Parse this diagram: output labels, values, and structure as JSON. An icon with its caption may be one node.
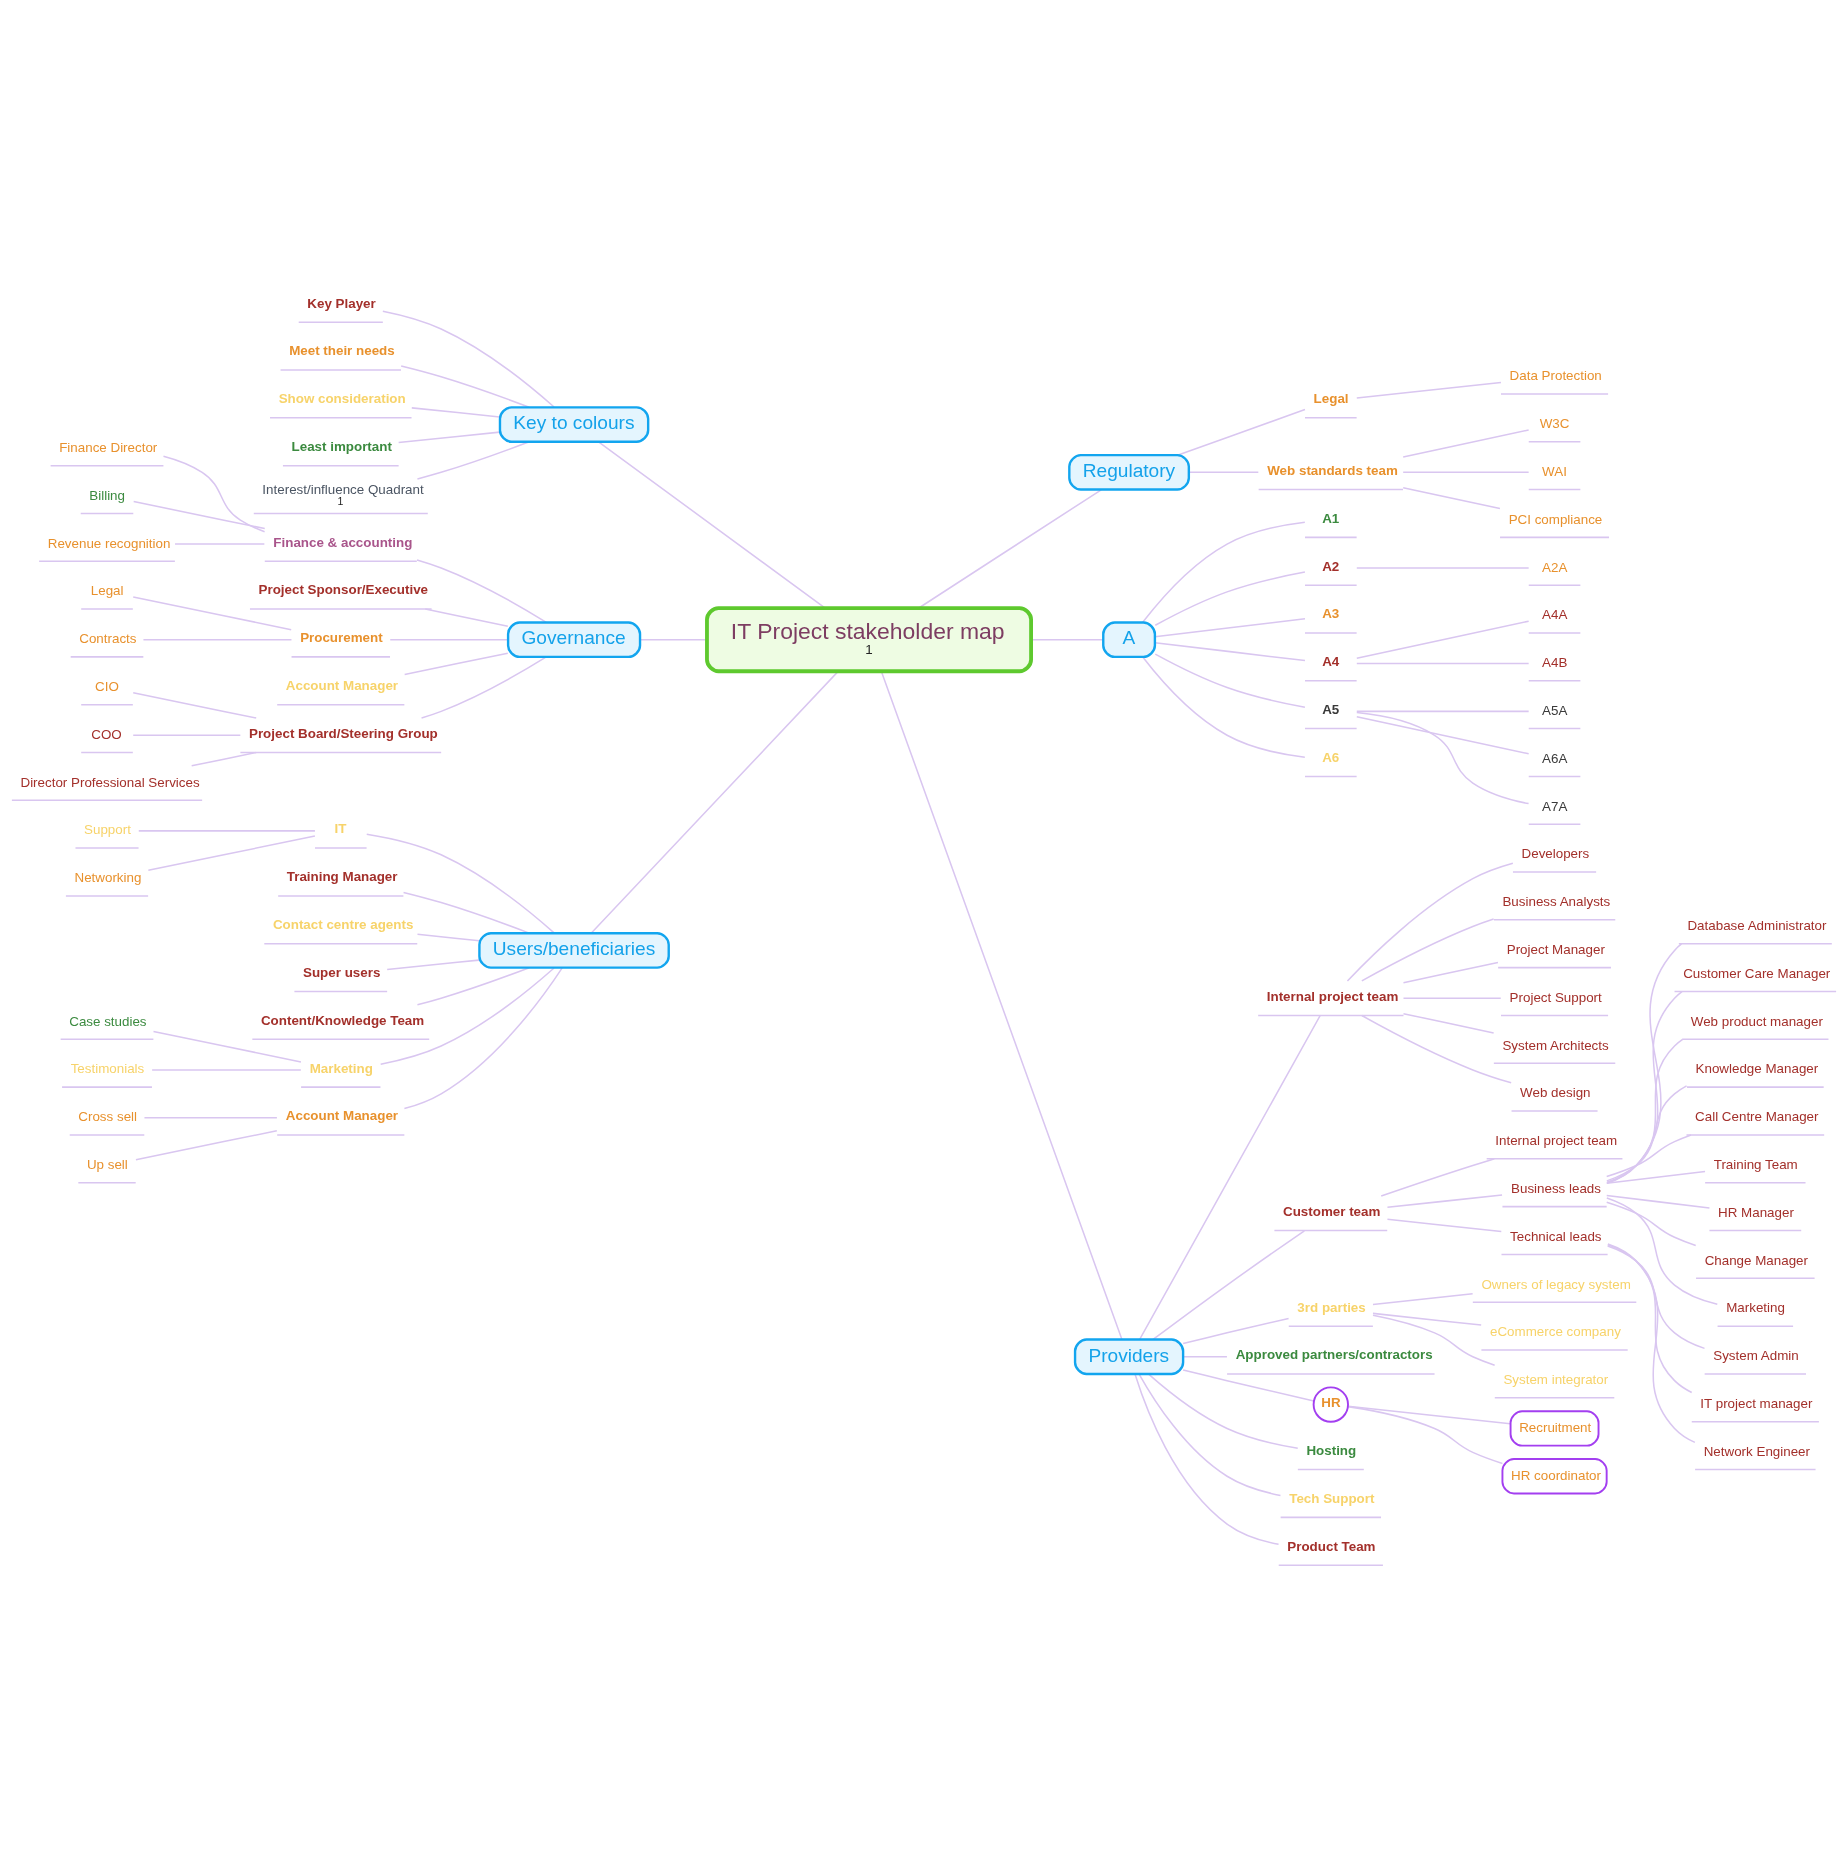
{
  "diagram": {
    "nodes": [
      {
        "text": [
          "IT Project stakeholder map",
          "1"
        ]
      },
      {
        "text": [
          "Key to colours"
        ]
      },
      {
        "text": [
          "Key Player"
        ]
      },
      {
        "text": [
          "Meet their needs"
        ]
      },
      {
        "text": [
          "Show consideration"
        ]
      },
      {
        "text": [
          "Least important"
        ]
      },
      {
        "text": [
          "Interest/influence Quadrant",
          "1"
        ]
      },
      {
        "text": [
          "Governance"
        ]
      },
      {
        "text": [
          "Finance & accounting"
        ]
      },
      {
        "text": [
          "Finance Director"
        ]
      },
      {
        "text": [
          "Billing"
        ]
      },
      {
        "text": [
          "Revenue recognition"
        ]
      },
      {
        "text": [
          "Project Sponsor/Executive"
        ]
      },
      {
        "text": [
          "Procurement"
        ]
      },
      {
        "text": [
          "Legal"
        ]
      },
      {
        "text": [
          "Contracts"
        ]
      },
      {
        "text": [
          "Account Manager"
        ]
      },
      {
        "text": [
          "Project Board/Steering Group"
        ]
      },
      {
        "text": [
          "CIO"
        ]
      },
      {
        "text": [
          "COO"
        ]
      },
      {
        "text": [
          "Director Professional Services"
        ]
      },
      {
        "text": [
          "Users/beneficiaries"
        ]
      },
      {
        "text": [
          "IT"
        ]
      },
      {
        "text": [
          "Support"
        ]
      },
      {
        "text": [
          "Networking"
        ]
      },
      {
        "text": [
          "Training Manager"
        ]
      },
      {
        "text": [
          "Contact centre agents"
        ]
      },
      {
        "text": [
          "Super users"
        ]
      },
      {
        "text": [
          "Content/Knowledge Team"
        ]
      },
      {
        "text": [
          "Marketing"
        ]
      },
      {
        "text": [
          "Case studies"
        ]
      },
      {
        "text": [
          "Testimonials"
        ]
      },
      {
        "text": [
          "Account Manager"
        ]
      },
      {
        "text": [
          "Cross sell"
        ]
      },
      {
        "text": [
          "Up sell"
        ]
      },
      {
        "text": [
          "Regulatory"
        ]
      },
      {
        "text": [
          "Legal"
        ]
      },
      {
        "text": [
          "Data Protection"
        ]
      },
      {
        "text": [
          "Web standards team"
        ]
      },
      {
        "text": [
          "W3C"
        ]
      },
      {
        "text": [
          "WAI"
        ]
      },
      {
        "text": [
          "PCI compliance"
        ]
      },
      {
        "text": [
          "A"
        ]
      },
      {
        "text": [
          "A1"
        ]
      },
      {
        "text": [
          "A2"
        ]
      },
      {
        "text": [
          "A2A"
        ]
      },
      {
        "text": [
          "A3"
        ]
      },
      {
        "text": [
          "A4"
        ]
      },
      {
        "text": [
          "A4A"
        ]
      },
      {
        "text": [
          "A4B"
        ]
      },
      {
        "text": [
          "A5"
        ]
      },
      {
        "text": [
          "A5A"
        ]
      },
      {
        "text": [
          "A6A"
        ]
      },
      {
        "text": [
          "A7A"
        ]
      },
      {
        "text": [
          "A6"
        ]
      },
      {
        "text": [
          "Providers"
        ]
      },
      {
        "text": [
          "Internal project team"
        ]
      },
      {
        "text": [
          "Developers"
        ]
      },
      {
        "text": [
          "Business Analysts"
        ]
      },
      {
        "text": [
          "Project Manager"
        ]
      },
      {
        "text": [
          "Project Support"
        ]
      },
      {
        "text": [
          "System Architects"
        ]
      },
      {
        "text": [
          "Web design"
        ]
      },
      {
        "text": [
          "Customer team"
        ]
      },
      {
        "text": [
          "Internal project team"
        ]
      },
      {
        "text": [
          "Business leads"
        ]
      },
      {
        "text": [
          "Database Administrator"
        ]
      },
      {
        "text": [
          "Customer Care Manager"
        ]
      },
      {
        "text": [
          "Web product manager"
        ]
      },
      {
        "text": [
          "Knowledge Manager"
        ]
      },
      {
        "text": [
          "Call Centre Manager"
        ]
      },
      {
        "text": [
          "Training Team"
        ]
      },
      {
        "text": [
          "HR Manager"
        ]
      },
      {
        "text": [
          "Change Manager"
        ]
      },
      {
        "text": [
          "Marketing"
        ]
      },
      {
        "text": [
          "Technical leads"
        ]
      },
      {
        "text": [
          "System Admin"
        ]
      },
      {
        "text": [
          "IT project manager"
        ]
      },
      {
        "text": [
          "Network Engineer"
        ]
      },
      {
        "text": [
          "3rd parties"
        ]
      },
      {
        "text": [
          "Owners of legacy system"
        ]
      },
      {
        "text": [
          "eCommerce company"
        ]
      },
      {
        "text": [
          "System integrator"
        ]
      },
      {
        "text": [
          "Approved partners/contractors"
        ]
      },
      {
        "text": [
          "HR"
        ]
      },
      {
        "text": [
          "Recruitment"
        ]
      },
      {
        "text": [
          "HR coordinator"
        ]
      },
      {
        "text": [
          "Hosting"
        ]
      },
      {
        "text": [
          "Tech Support"
        ]
      },
      {
        "text": [
          "Product Team"
        ]
      }
    ],
    "edges": [
      {
        "from": 1,
        "to": 0,
        "arrow": "none"
      },
      {
        "from": 2,
        "to": 1,
        "arrow": "none"
      },
      {
        "from": 3,
        "to": 1,
        "arrow": "none"
      },
      {
        "from": 4,
        "to": 1,
        "arrow": "none"
      },
      {
        "from": 5,
        "to": 1,
        "arrow": "none"
      },
      {
        "from": 6,
        "to": 1,
        "arrow": "none"
      },
      {
        "from": 7,
        "to": 0,
        "arrow": "none"
      },
      {
        "from": 8,
        "to": 7,
        "arrow": "none"
      },
      {
        "from": 9,
        "to": 8,
        "arrow": "none"
      },
      {
        "from": 10,
        "to": 8,
        "arrow": "none"
      },
      {
        "from": 11,
        "to": 8,
        "arrow": "none"
      },
      {
        "from": 12,
        "to": 7,
        "arrow": "none"
      },
      {
        "from": 13,
        "to": 7,
        "arrow": "none"
      },
      {
        "from": 14,
        "to": 13,
        "arrow": "none"
      },
      {
        "from": 15,
        "to": 13,
        "arrow": "none"
      },
      {
        "from": 16,
        "to": 7,
        "arrow": "none"
      },
      {
        "from": 17,
        "to": 7,
        "arrow": "none"
      },
      {
        "from": 18,
        "to": 17,
        "arrow": "none"
      },
      {
        "from": 19,
        "to": 17,
        "arrow": "none"
      },
      {
        "from": 20,
        "to": 17,
        "arrow": "none"
      },
      {
        "from": 21,
        "to": 0,
        "arrow": "none"
      },
      {
        "from": 22,
        "to": 21,
        "arrow": "none"
      },
      {
        "from": 23,
        "to": 22,
        "arrow": "none"
      },
      {
        "from": 24,
        "to": 22,
        "arrow": "none"
      },
      {
        "from": 25,
        "to": 21,
        "arrow": "none"
      },
      {
        "from": 26,
        "to": 21,
        "arrow": "none"
      },
      {
        "from": 27,
        "to": 21,
        "arrow": "none"
      },
      {
        "from": 28,
        "to": 21,
        "arrow": "none"
      },
      {
        "from": 29,
        "to": 21,
        "arrow": "none"
      },
      {
        "from": 30,
        "to": 29,
        "arrow": "none"
      },
      {
        "from": 31,
        "to": 29,
        "arrow": "none"
      },
      {
        "from": 32,
        "to": 21,
        "arrow": "none"
      },
      {
        "from": 33,
        "to": 32,
        "arrow": "none"
      },
      {
        "from": 34,
        "to": 32,
        "arrow": "none"
      },
      {
        "from": 0,
        "to": 35,
        "arrow": "none"
      },
      {
        "from": 35,
        "to": 36,
        "arrow": "none"
      },
      {
        "from": 36,
        "to": 37,
        "arrow": "none"
      },
      {
        "from": 35,
        "to": 38,
        "arrow": "none"
      },
      {
        "from": 38,
        "to": 39,
        "arrow": "none"
      },
      {
        "from": 38,
        "to": 40,
        "arrow": "none"
      },
      {
        "from": 38,
        "to": 41,
        "arrow": "none"
      },
      {
        "from": 0,
        "to": 42,
        "arrow": "none"
      },
      {
        "from": 42,
        "to": 43,
        "arrow": "none"
      },
      {
        "from": 42,
        "to": 44,
        "arrow": "none"
      },
      {
        "from": 44,
        "to": 45,
        "arrow": "none"
      },
      {
        "from": 42,
        "to": 46,
        "arrow": "none"
      },
      {
        "from": 42,
        "to": 47,
        "arrow": "none"
      },
      {
        "from": 47,
        "to": 48,
        "arrow": "none"
      },
      {
        "from": 47,
        "to": 49,
        "arrow": "none"
      },
      {
        "from": 42,
        "to": 50,
        "arrow": "none"
      },
      {
        "from": 50,
        "to": 51,
        "arrow": "none"
      },
      {
        "from": 50,
        "to": 52,
        "arrow": "none"
      },
      {
        "from": 50,
        "to": 53,
        "arrow": "none"
      },
      {
        "from": 42,
        "to": 54,
        "arrow": "none"
      },
      {
        "from": 0,
        "to": 55,
        "arrow": "none"
      },
      {
        "from": 55,
        "to": 56,
        "arrow": "none"
      },
      {
        "from": 56,
        "to": 57,
        "arrow": "none"
      },
      {
        "from": 56,
        "to": 58,
        "arrow": "none"
      },
      {
        "from": 56,
        "to": 59,
        "arrow": "none"
      },
      {
        "from": 56,
        "to": 60,
        "arrow": "none"
      },
      {
        "from": 56,
        "to": 61,
        "arrow": "none"
      },
      {
        "from": 56,
        "to": 62,
        "arrow": "none"
      },
      {
        "from": 55,
        "to": 63,
        "arrow": "none"
      },
      {
        "from": 63,
        "to": 64,
        "arrow": "none"
      },
      {
        "from": 63,
        "to": 65,
        "arrow": "none"
      },
      {
        "from": 65,
        "to": 66,
        "arrow": "none"
      },
      {
        "from": 65,
        "to": 67,
        "arrow": "none"
      },
      {
        "from": 65,
        "to": 68,
        "arrow": "none"
      },
      {
        "from": 65,
        "to": 69,
        "arrow": "none"
      },
      {
        "from": 65,
        "to": 70,
        "arrow": "none"
      },
      {
        "from": 65,
        "to": 71,
        "arrow": "none"
      },
      {
        "from": 65,
        "to": 72,
        "arrow": "none"
      },
      {
        "from": 65,
        "to": 73,
        "arrow": "none"
      },
      {
        "from": 65,
        "to": 74,
        "arrow": "none"
      },
      {
        "from": 63,
        "to": 75,
        "arrow": "none"
      },
      {
        "from": 75,
        "to": 76,
        "arrow": "none"
      },
      {
        "from": 75,
        "to": 77,
        "arrow": "none"
      },
      {
        "from": 75,
        "to": 78,
        "arrow": "none"
      },
      {
        "from": 55,
        "to": 79,
        "arrow": "none"
      },
      {
        "from": 79,
        "to": 80,
        "arrow": "none"
      },
      {
        "from": 79,
        "to": 81,
        "arrow": "none"
      },
      {
        "from": 79,
        "to": 82,
        "arrow": "none"
      },
      {
        "from": 55,
        "to": 83,
        "arrow": "none"
      },
      {
        "from": 55,
        "to": 84,
        "arrow": "none"
      },
      {
        "from": 84,
        "to": 85,
        "arrow": "none"
      },
      {
        "from": 84,
        "to": 86,
        "arrow": "none"
      },
      {
        "from": 55,
        "to": 87,
        "arrow": "none"
      },
      {
        "from": 55,
        "to": 88,
        "arrow": "none"
      },
      {
        "from": 55,
        "to": 89,
        "arrow": "none"
      }
    ]
  }
}
